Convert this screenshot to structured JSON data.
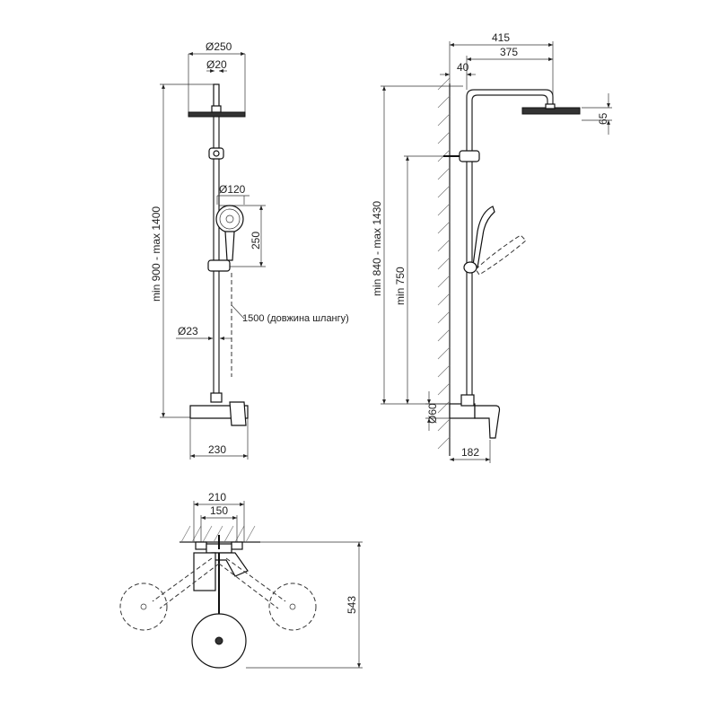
{
  "front_view": {
    "head_diameter": "Ø250",
    "arm_diameter": "Ø20",
    "hand_shower_diameter": "Ø120",
    "hand_shower_height": "250",
    "height_range": "min 900 - max 1400",
    "hose_length": "1500 (довжина шлангу)",
    "bar_diameter": "Ø23",
    "mixer_width": "230"
  },
  "side_view": {
    "overall_reach": "415",
    "head_offset": "375",
    "wall_offset": "40",
    "head_thickness": "65",
    "height_range": "min 840 - max 1430",
    "min_height": "min 750",
    "inlet_diameter": "Ø60",
    "spout_projection": "182"
  },
  "top_view": {
    "outer_width": "210",
    "inlet_spacing": "150",
    "projection_depth": "543"
  }
}
